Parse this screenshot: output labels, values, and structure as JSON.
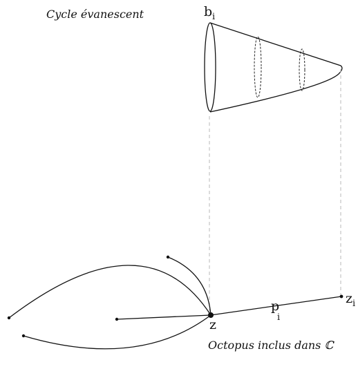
{
  "captions": {
    "cycle": "Cycle évanescent",
    "octopus": "Octopus inclus dans ℂ"
  },
  "points": {
    "b": {
      "base": "b",
      "sub": "i"
    },
    "z": {
      "base": "z"
    },
    "zi": {
      "base": "z",
      "sub": "i"
    },
    "p": {
      "base": "p",
      "sub": "i"
    }
  },
  "colors": {
    "ink": "#111111",
    "guide": "#b8b8b8"
  }
}
